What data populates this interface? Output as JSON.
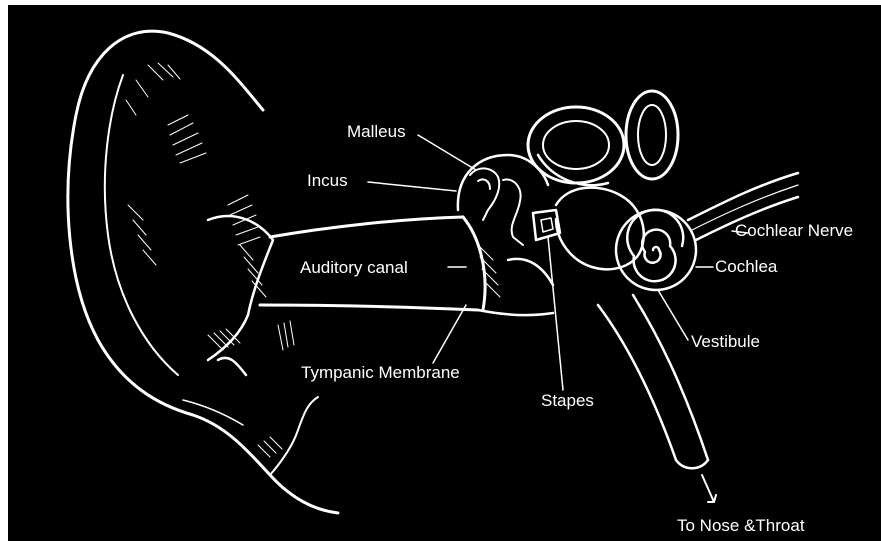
{
  "diagram": {
    "background": "#000000",
    "line_color": "#ffffff",
    "labels": {
      "malleus": "Malleus",
      "incus": "Incus",
      "auditory_canal": "Auditory canal",
      "tympanic_membrane": "Tympanic Membrane",
      "stapes": "Stapes",
      "cochlear_nerve": "Cochlear Nerve",
      "cochlea": "Cochlea",
      "vestibule": "Vestibule",
      "to_nose_throat": "To Nose &Throat"
    }
  }
}
